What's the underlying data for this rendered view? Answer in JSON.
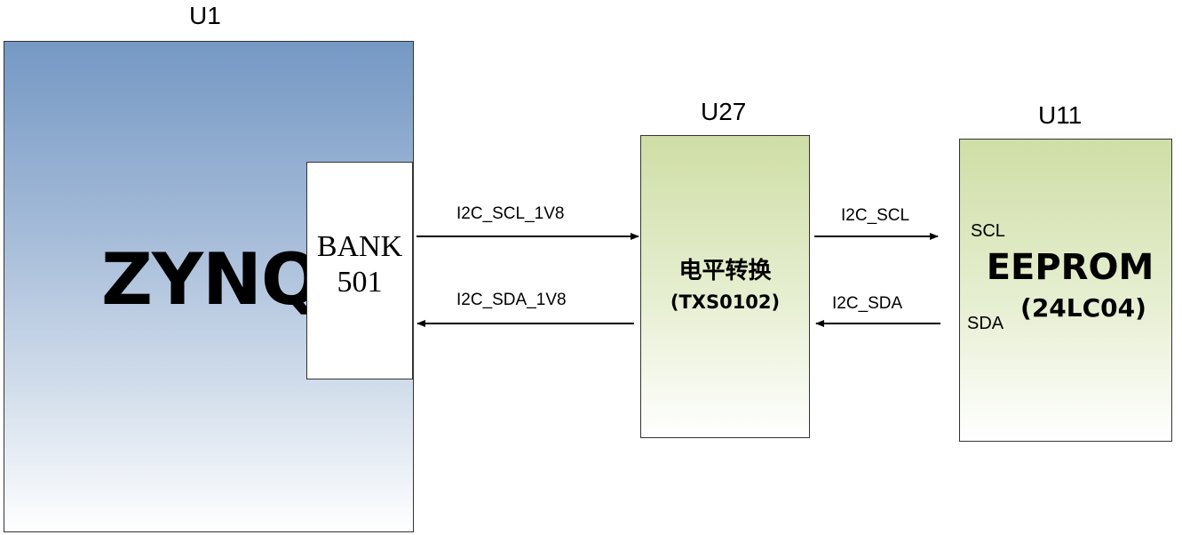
{
  "u1": {
    "ref": "U1",
    "name": "ZYNQ",
    "bank_line1": "BANK",
    "bank_line2": "501"
  },
  "u27": {
    "ref": "U27",
    "title": "电平转换",
    "subtitle": "(TXS0102)"
  },
  "u11": {
    "ref": "U11",
    "title": "EEPROM",
    "subtitle": "(24LC04)",
    "pin_scl": "SCL",
    "pin_sda": "SDA"
  },
  "signals": {
    "scl_1v8": "I2C_SCL_1V8",
    "sda_1v8": "I2C_SDA_1V8",
    "scl": "I2C_SCL",
    "sda": "I2C_SDA"
  },
  "colors": {
    "zynq_top": "#7598c4",
    "level_shifter_top": "#cfdea6",
    "eeprom_top": "#cfdea6",
    "line": "#000000"
  }
}
